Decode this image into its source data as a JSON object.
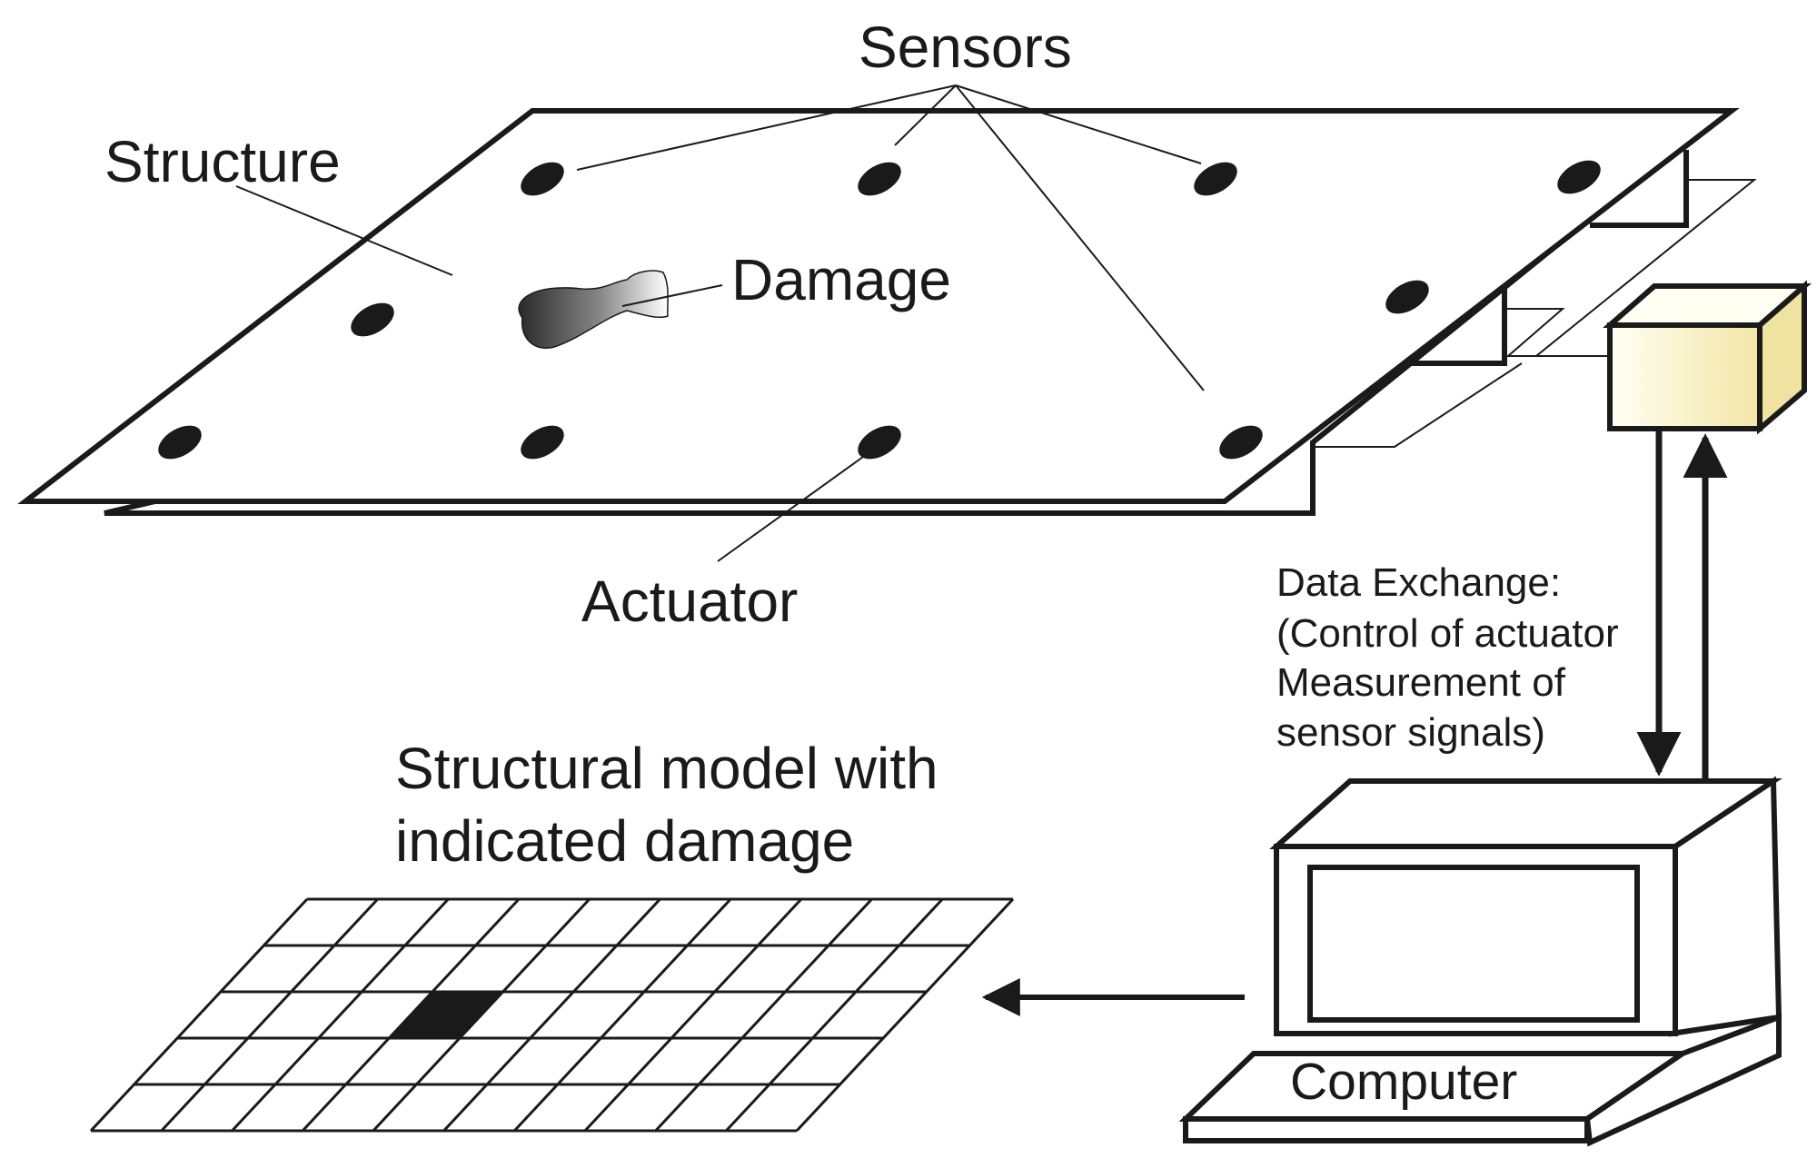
{
  "labels": {
    "sensors": "Sensors",
    "structure": "Structure",
    "damage": "Damage",
    "actuator": "Actuator",
    "data_exchange": [
      "Data Exchange:",
      "(Control of actuator",
      "Measurement of",
      "sensor signals)"
    ],
    "model": [
      "Structural model with",
      "indicated damage"
    ],
    "computer": "Computer"
  },
  "colors": {
    "ink": "#1a1a1a",
    "box_fill_light": "#fffff0",
    "box_fill_dark": "#f5ebb0",
    "damage_dark": "#2a2a2a",
    "damage_light": "#ffffff"
  }
}
